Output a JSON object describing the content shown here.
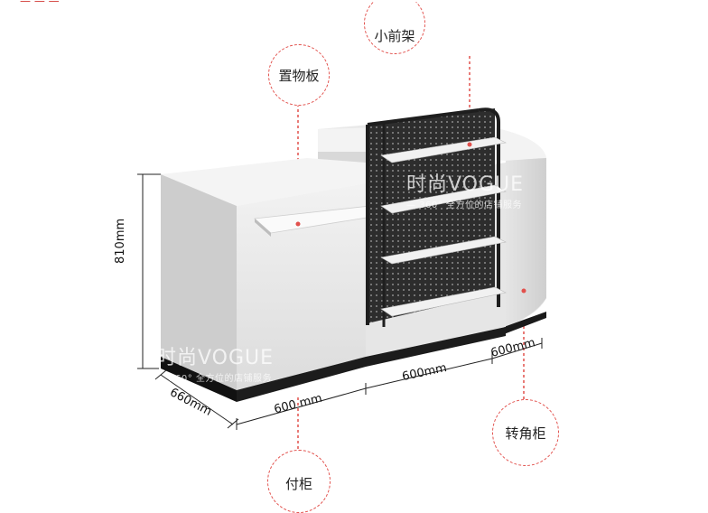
{
  "top_fragment": "— — —",
  "callouts": {
    "shelf_board": "置物板",
    "small_front_rack": "小前架",
    "checkout_counter": "付柜",
    "corner_cabinet": "转角柜"
  },
  "dimensions": {
    "height": "810mm",
    "depth": "660mm",
    "width_main": "600 mm",
    "width_middle": "600mm",
    "width_corner": "600mm"
  },
  "watermark": {
    "brand": "时尚VOGUE",
    "tagline": "— 360° 全方位的店铺服务"
  },
  "colors": {
    "accent_dashed": "#e2504c",
    "cabinet_white": "#ececec",
    "rack_dark": "#2b2b2b",
    "base_black": "#1a1a1a"
  }
}
